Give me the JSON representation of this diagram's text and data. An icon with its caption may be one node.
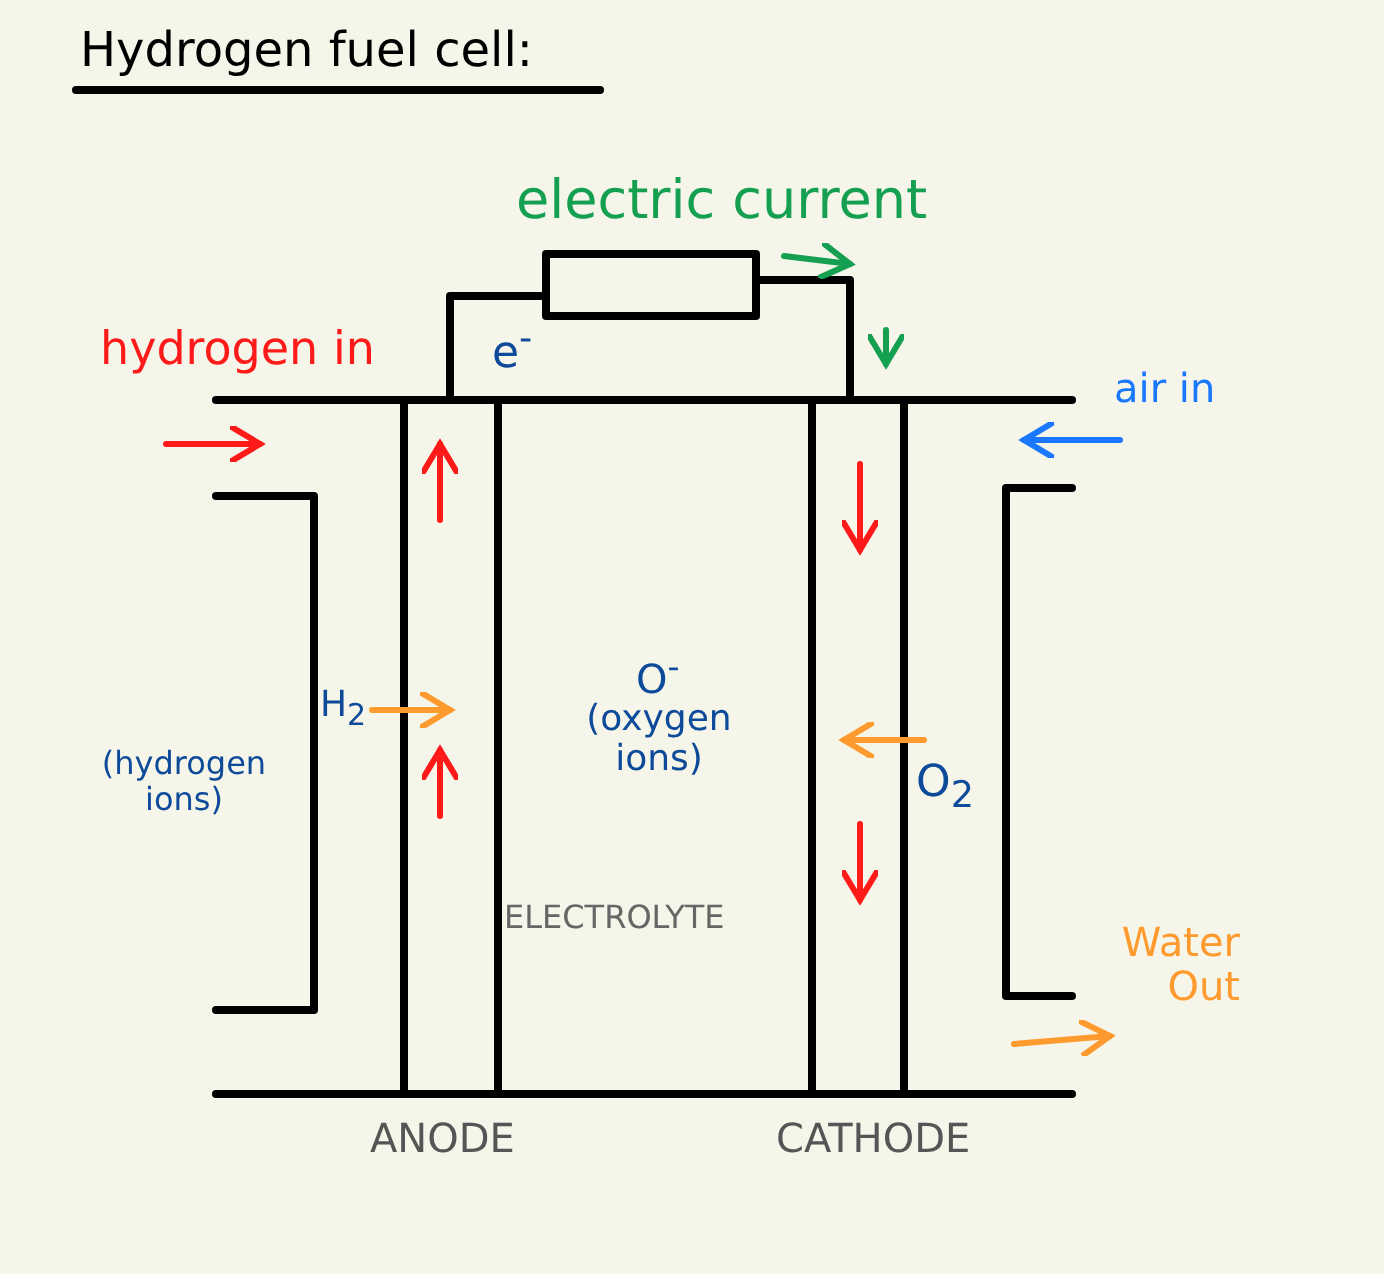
{
  "diagram": {
    "title": "Hydrogen fuel cell:",
    "labels": [
      "electric current",
      "hydrogen in",
      "e$^{-}$",
      "air in",
      "H$_{2}$",
      "O$^{-}$",
      "(oxygen ions)",
      "(hydrogen ions)",
      "O$_{2}$",
      "ELECTROLYTE",
      "Water Out",
      "ANODE",
      "CATHODE"
    ]
  }
}
